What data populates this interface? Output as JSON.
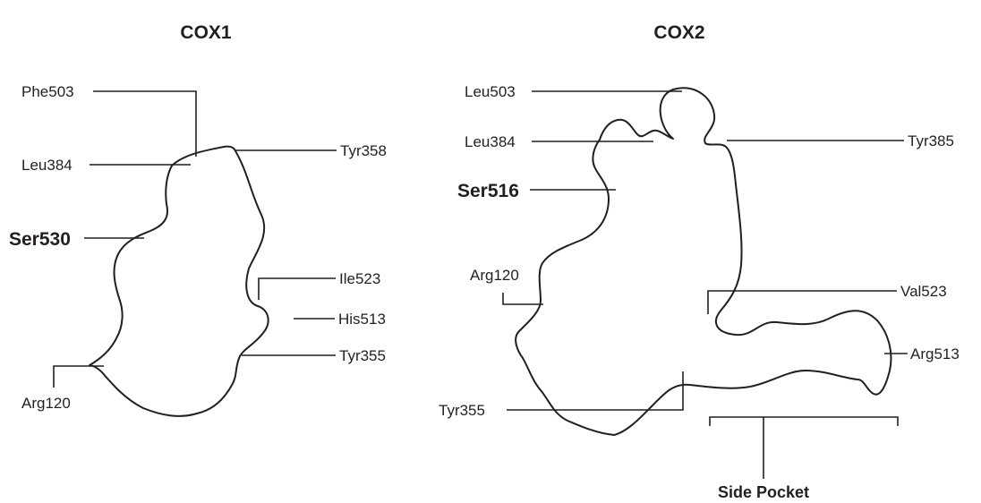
{
  "cox1": {
    "title": "COX1",
    "labels": {
      "phe503": "Phe503",
      "leu384": "Leu384",
      "ser530": "Ser530",
      "tyr358": "Tyr358",
      "ile523": "Ile523",
      "his513": "His513",
      "tyr355": "Tyr355",
      "arg120": "Arg120"
    }
  },
  "cox2": {
    "title": "COX2",
    "labels": {
      "leu503": "Leu503",
      "leu384": "Leu384",
      "ser516": "Ser516",
      "arg120": "Arg120",
      "tyr385": "Tyr385",
      "val523": "Val523",
      "arg513": "Arg513",
      "tyr355": "Tyr355"
    },
    "side_pocket": "Side Pocket"
  },
  "colors": {
    "stroke": "#231f20",
    "background": "#ffffff"
  }
}
